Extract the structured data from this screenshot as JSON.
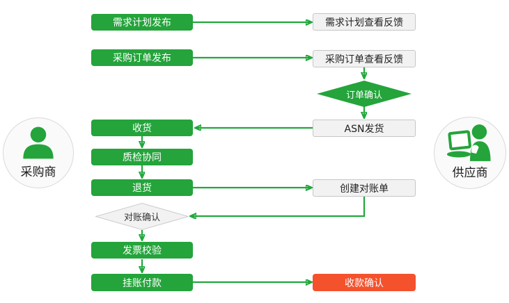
{
  "colors": {
    "node_green": "#24A43B",
    "arrow_green": "#21A83C",
    "node_red": "#F4512D",
    "node_gray_bg": "#F2F2F2",
    "node_gray_border": "#C6C6C6"
  },
  "actors": {
    "buyer_label": "采购商",
    "supplier_label": "供应商"
  },
  "nodes": {
    "demand_plan_publish": "需求计划发布",
    "demand_plan_feedback": "需求计划查看反馈",
    "po_publish": "采购订单发布",
    "po_feedback": "采购订单查看反馈",
    "order_confirm": "订单确认",
    "asn_ship": "ASN发货",
    "receive_goods": "收货",
    "quality_collab": "质检协同",
    "return_goods": "退货",
    "create_statement": "创建对账单",
    "statement_confirm": "对账确认",
    "invoice_check": "发票校验",
    "book_payment": "挂账付款",
    "receipt_confirm": "收款确认"
  }
}
